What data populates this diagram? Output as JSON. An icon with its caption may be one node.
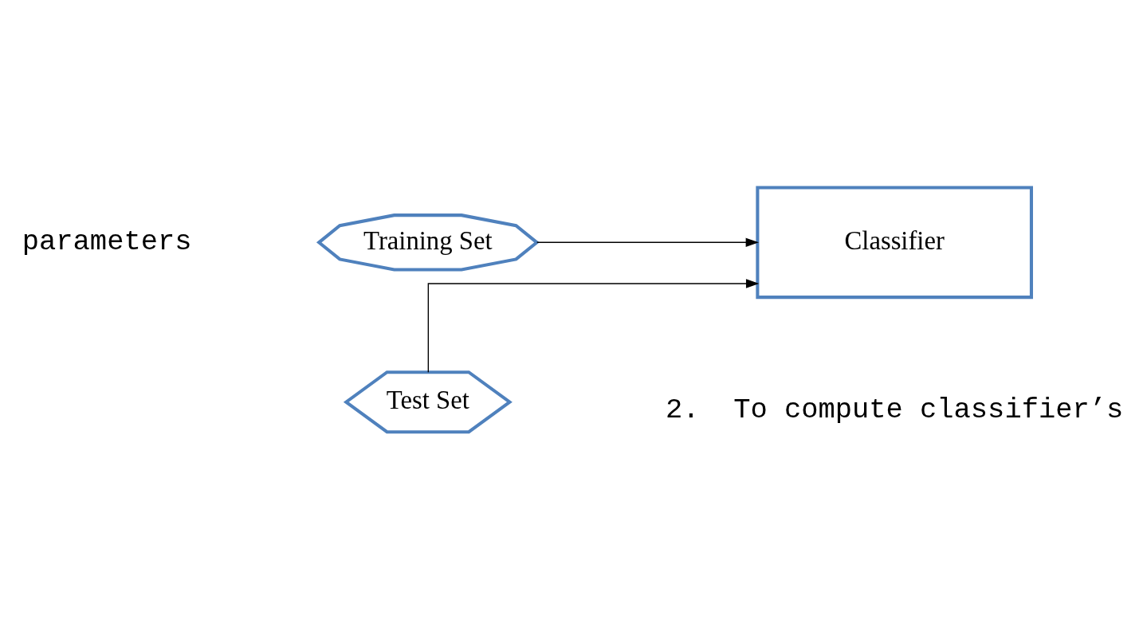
{
  "diagram": {
    "nodes": [
      {
        "text": [
          "Training Set"
        ]
      },
      {
        "text": [
          "Test Set"
        ]
      },
      {
        "text": [
          "Classifier"
        ]
      }
    ],
    "edges": [
      {
        "from": 0,
        "to": 2,
        "arrow": "to"
      },
      {
        "from": 1,
        "to": 2,
        "arrow": "to"
      }
    ],
    "labels": [
      "parameters",
      "2.  To compute classifier’s"
    ]
  }
}
